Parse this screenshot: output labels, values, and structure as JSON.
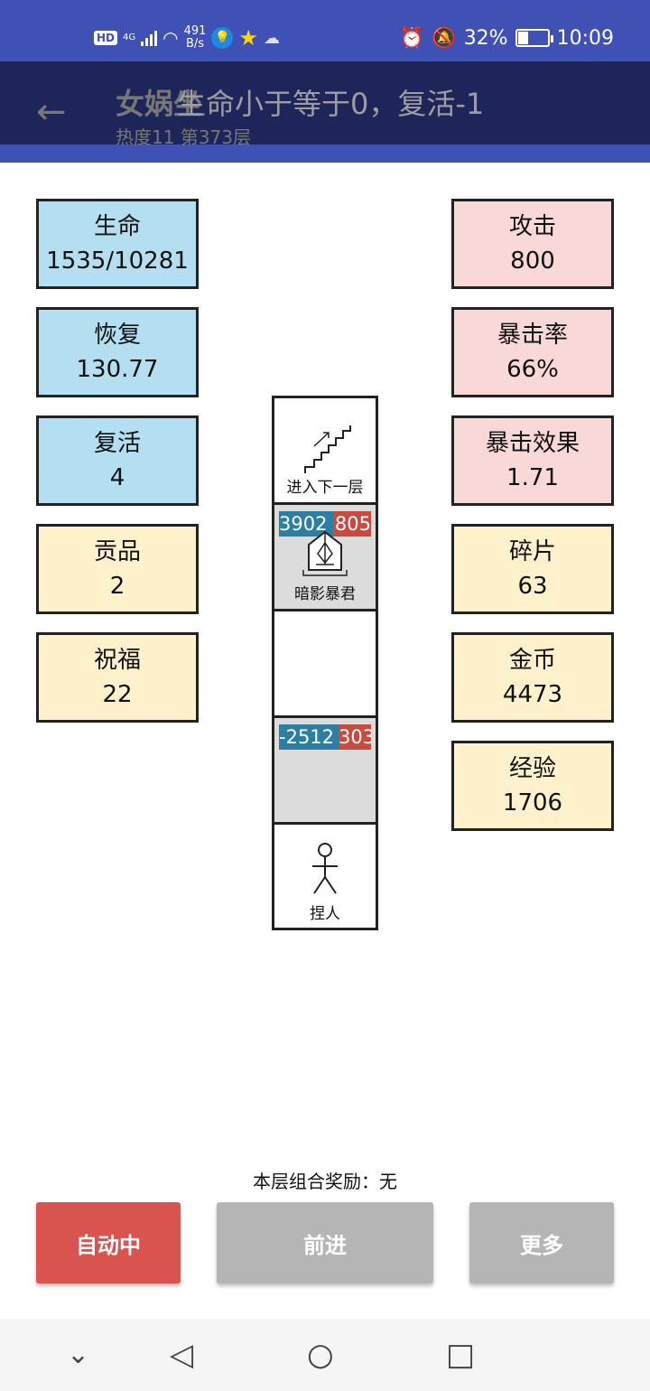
{
  "status_bar": {
    "hd": "HD",
    "signal": "4G",
    "speed_value": "491",
    "speed_unit": "B/s",
    "battery": "32%",
    "time": "10:09"
  },
  "app_bar": {
    "title": "女娲坐",
    "toast": "生命小于等于0，复活-1",
    "subtitle": "热度11 第373层"
  },
  "left_stats": [
    {
      "label": "生命",
      "value": "1535/10281"
    },
    {
      "label": "恢复",
      "value": "130.77"
    },
    {
      "label": "复活",
      "value": "4"
    },
    {
      "label": "贡品",
      "value": "2"
    },
    {
      "label": "祝福",
      "value": "22"
    }
  ],
  "right_stats": [
    {
      "label": "攻击",
      "value": "800"
    },
    {
      "label": "暴击率",
      "value": "66%"
    },
    {
      "label": "暴击效果",
      "value": "1.71"
    },
    {
      "label": "碎片",
      "value": "63"
    },
    {
      "label": "金币",
      "value": "4473"
    },
    {
      "label": "经验",
      "value": "1706"
    }
  ],
  "tower": {
    "stairs_label": "进入下一层",
    "boss": {
      "hp_left": "3902",
      "hp_right": "805",
      "name": "暗影暴君"
    },
    "enemy2": {
      "hp_left": "-2512",
      "hp_right": "303"
    },
    "player_label": "捏人"
  },
  "combo_text": "本层组合奖励：无",
  "buttons": {
    "auto": "自动中",
    "forward": "前进",
    "more": "更多"
  },
  "colors": {
    "status_bar": "#3f51b5",
    "app_bar": "#1e2558",
    "card_blue": "#b3dff0",
    "card_pink": "#f8d9d7",
    "card_yellow": "#fff1cc",
    "button_red": "#d9534f",
    "button_gray": "#b5b5b5"
  }
}
